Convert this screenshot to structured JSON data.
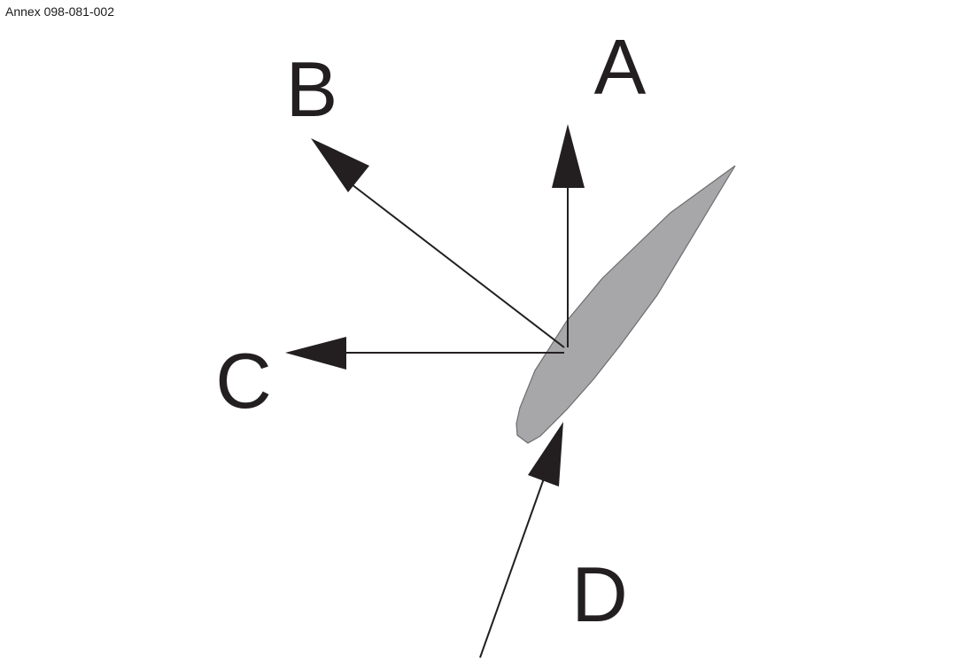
{
  "caption": "Annex 098-081-002",
  "vectors": {
    "A": "A",
    "B": "B",
    "C": "C",
    "D": "D"
  },
  "colors": {
    "ink": "#231f20",
    "aerofoil_fill": "#a7a7aa",
    "aerofoil_stroke": "#6e6e70"
  }
}
